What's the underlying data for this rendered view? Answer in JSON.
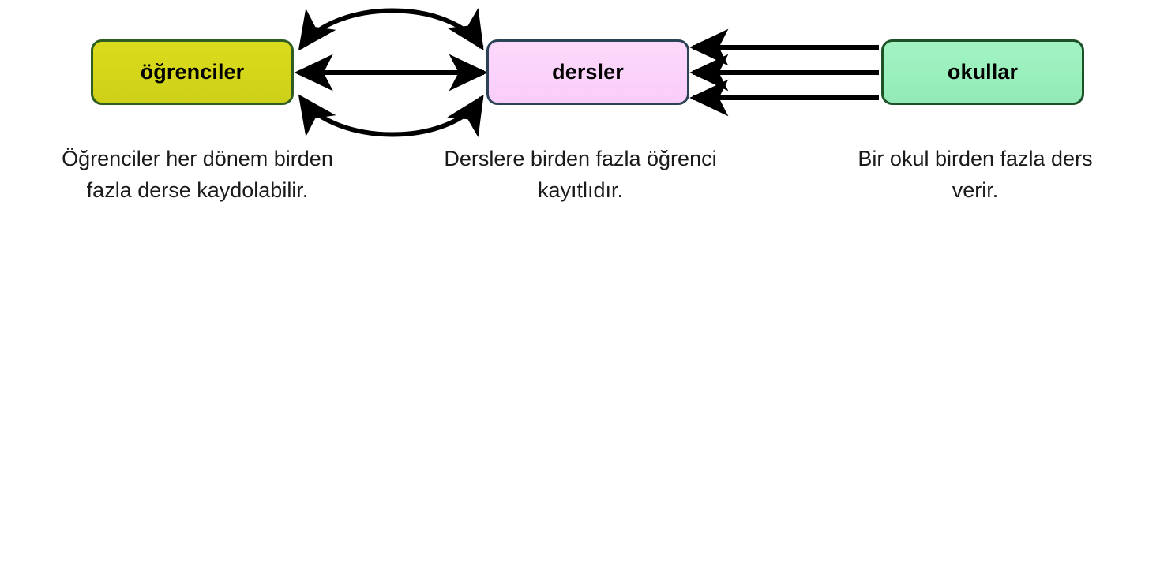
{
  "diagram": {
    "type": "entity-relationship",
    "background_color": "#ffffff",
    "entities": [
      {
        "id": "ogrenciler",
        "label": "öğrenciler",
        "fill_color": "#d6d71a",
        "border_color": "#2f5d22",
        "caption": "Öğrenciler her dönem birden fazla derse kaydolabilir."
      },
      {
        "id": "dersler",
        "label": "dersler",
        "fill_color": "#fbd3fa",
        "border_color": "#2b4257",
        "caption": "Derslere birden fazla öğrenci kayıtlıdır."
      },
      {
        "id": "okullar",
        "label": "okullar",
        "fill_color": "#9bf0bd",
        "border_color": "#1c5228",
        "caption": "Bir okul birden fazla ders verir."
      }
    ],
    "connections": [
      {
        "id": "ogrenciler-dersler-top",
        "from": "ogrenciler",
        "to": "dersler",
        "style": "curved-up",
        "arrowheads": "both",
        "color": "#000000"
      },
      {
        "id": "ogrenciler-dersler-middle",
        "from": "ogrenciler",
        "to": "dersler",
        "style": "straight",
        "arrowheads": "both",
        "color": "#000000"
      },
      {
        "id": "ogrenciler-dersler-bottom",
        "from": "ogrenciler",
        "to": "dersler",
        "style": "curved-down",
        "arrowheads": "both",
        "color": "#000000"
      },
      {
        "id": "okullar-dersler-1",
        "from": "okullar",
        "to": "dersler",
        "style": "straight",
        "arrowheads": "start",
        "color": "#000000"
      },
      {
        "id": "okullar-dersler-2",
        "from": "okullar",
        "to": "dersler",
        "style": "straight",
        "arrowheads": "start",
        "color": "#000000"
      },
      {
        "id": "okullar-dersler-3",
        "from": "okullar",
        "to": "dersler",
        "style": "straight",
        "arrowheads": "start",
        "color": "#000000"
      }
    ],
    "captions": {
      "ogrenciler": "Öğrenciler her dönem birden fazla derse kaydolabilir.",
      "dersler": "Derslere birden fazla öğrenci kayıtlıdır.",
      "okullar": "Bir okul birden fazla ders verir."
    }
  }
}
